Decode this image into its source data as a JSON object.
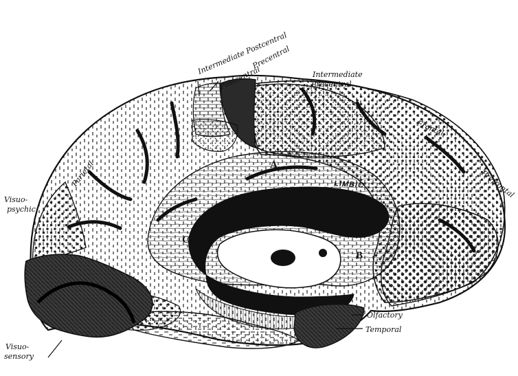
{
  "labels": {
    "intermediate_postcentral": "Intermediate Postcentral",
    "postcentral": "Postcentral",
    "precentral": "Precentral",
    "intermediate_precentral_1": "Intermediate",
    "intermediate_precentral_2": "Precentral",
    "frontal": "Frontal",
    "prefrontal": "Prefrontal",
    "parietal": "Parietal",
    "limbic": "LIMBIC",
    "a": "A",
    "b": "B",
    "c": "C",
    "visuopsychic_1": "Visuo-",
    "visuopsychic_2": "psychic",
    "visuosensory_1": "Visuo-",
    "visuosensory_2": "sensory",
    "olfactory": "Olfactory",
    "temporal": "Temporal"
  },
  "colors": {
    "ink": "#111111",
    "dark_region": "#2a2a2a",
    "paper": "#ffffff"
  }
}
